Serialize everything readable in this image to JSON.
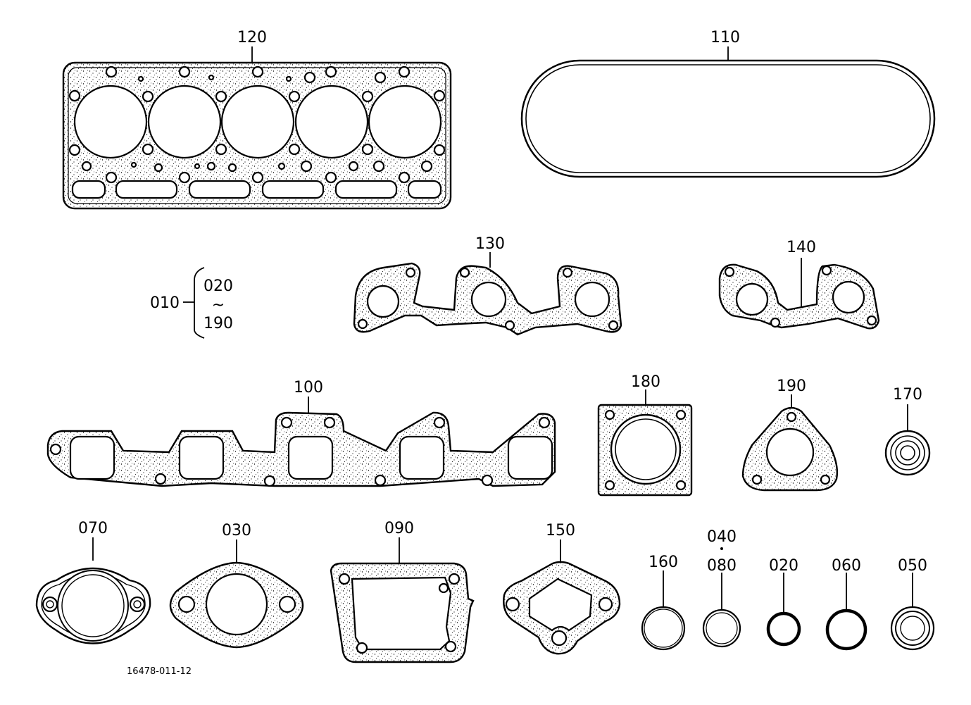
{
  "parts": [
    {
      "id": "p120",
      "number": "120"
    },
    {
      "id": "p110",
      "number": "110"
    },
    {
      "id": "p130",
      "number": "130"
    },
    {
      "id": "p140",
      "number": "140"
    },
    {
      "id": "p100",
      "number": "100"
    },
    {
      "id": "p180",
      "number": "180"
    },
    {
      "id": "p190",
      "number": "190"
    },
    {
      "id": "p170",
      "number": "170"
    },
    {
      "id": "p070",
      "number": "070"
    },
    {
      "id": "p030",
      "number": "030"
    },
    {
      "id": "p090",
      "number": "090"
    },
    {
      "id": "p150",
      "number": "150"
    },
    {
      "id": "p160",
      "number": "160"
    },
    {
      "id": "p040",
      "number": "040"
    },
    {
      "id": "p080",
      "number": "080"
    },
    {
      "id": "p020",
      "number": "020"
    },
    {
      "id": "p060",
      "number": "060"
    },
    {
      "id": "p050",
      "number": "050"
    }
  ],
  "kit": {
    "number": "010",
    "range_start": "020",
    "range_symbol": "~",
    "range_end": "190"
  },
  "drawing_number": "16478-011-12",
  "colors": {
    "ink": "#000000",
    "paper": "#ffffff"
  }
}
